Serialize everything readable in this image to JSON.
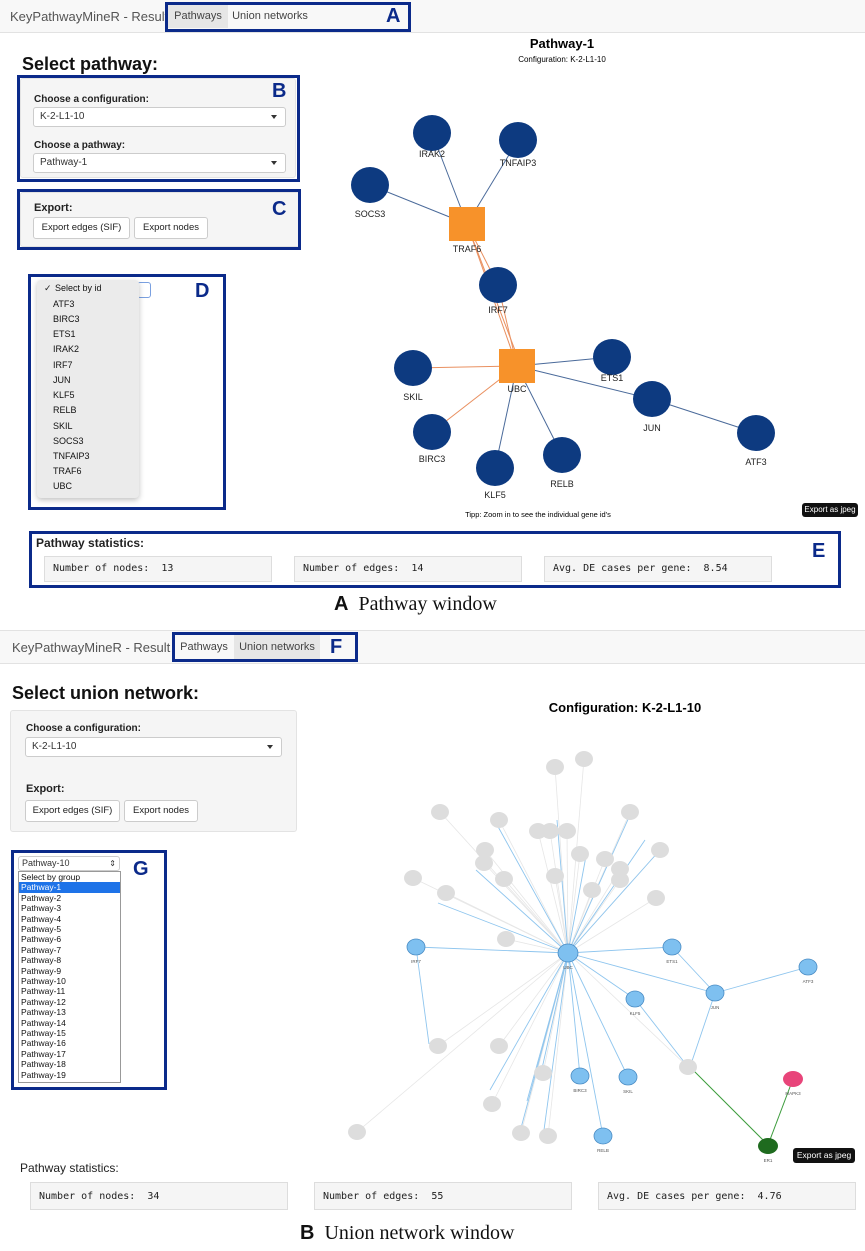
{
  "windowA": {
    "brand": "KeyPathwayMineR - Result",
    "tabs": [
      {
        "label": "Pathways",
        "active": true
      },
      {
        "label": "Union networks",
        "active": false
      }
    ],
    "box_letters": [
      "A",
      "B",
      "C",
      "D",
      "E"
    ],
    "panel_title": "Select pathway:",
    "config_label": "Choose a configuration:",
    "config_value": "K-2-L1-10",
    "pathway_label": "Choose a pathway:",
    "pathway_value": "Pathway-1",
    "export_label": "Export:",
    "export_edges": "Export edges (SIF)",
    "export_nodes": "Export nodes",
    "select_items": [
      "Select by id",
      "ATF3",
      "BIRC3",
      "ETS1",
      "IRAK2",
      "IRF7",
      "JUN",
      "KLF5",
      "RELB",
      "SKIL",
      "SOCS3",
      "TNFAIP3",
      "TRAF6",
      "UBC"
    ],
    "check_mark": "✓",
    "graph_title": "Pathway-1",
    "graph_subtitle": "Configuration: K-2-L1-10",
    "tipp": "Tipp: Zoom in to see the individual gene id's",
    "export_jpeg": "Export as jpeg",
    "stats_title": "Pathway statistics:",
    "stats": [
      {
        "label": "Number of nodes:",
        "value": "13"
      },
      {
        "label": "Number of edges:",
        "value": "14"
      },
      {
        "label": "Avg. DE cases per gene:",
        "value": "8.54"
      }
    ],
    "caption_letter": "A",
    "caption_text": "Pathway window",
    "graph": {
      "node_color": "#0d3a80",
      "hub_color": "#f7922a",
      "edge_color": "#4a6a9a",
      "orange_edge_color": "#e99060",
      "nodes": [
        "IRAK2",
        "TNFAIP3",
        "SOCS3",
        "TRAF6",
        "IRF7",
        "SKIL",
        "UBC",
        "ETS1",
        "JUN",
        "ATF3",
        "BIRC3",
        "KLF5",
        "RELB"
      ]
    }
  },
  "windowB": {
    "brand": "KeyPathwayMineR - Result",
    "tabs": [
      {
        "label": "Pathways",
        "active": false
      },
      {
        "label": "Union networks",
        "active": true
      }
    ],
    "box_letters": [
      "F",
      "G"
    ],
    "panel_title": "Select union network:",
    "config_label": "Choose a configuration:",
    "config_value": "K-2-L1-10",
    "export_label": "Export:",
    "export_edges": "Export edges (SIF)",
    "export_nodes": "Export nodes",
    "group_select_value": "Pathway-10",
    "group_items": [
      "Select by group",
      "Pathway-1",
      "Pathway-2",
      "Pathway-3",
      "Pathway-4",
      "Pathway-5",
      "Pathway-6",
      "Pathway-7",
      "Pathway-8",
      "Pathway-9",
      "Pathway-10",
      "Pathway-11",
      "Pathway-12",
      "Pathway-13",
      "Pathway-14",
      "Pathway-15",
      "Pathway-16",
      "Pathway-17",
      "Pathway-18",
      "Pathway-19"
    ],
    "graph_title": "Configuration: K-2-L1-10",
    "export_jpeg": "Export as jpeg",
    "stats_title": "Pathway statistics:",
    "stats": [
      {
        "label": "Number of nodes:",
        "value": "34"
      },
      {
        "label": "Number of edges:",
        "value": "55"
      },
      {
        "label": "Avg. DE cases per gene:",
        "value": "4.76"
      }
    ],
    "caption_letter": "B",
    "caption_text": "Union network window",
    "graph": {
      "grey_color": "#dddddd",
      "blue_color": "#7ec0f0",
      "pink_color": "#e8457a",
      "green_color": "#1f6b1f",
      "labels": [
        "IRF7",
        "UBC",
        "ETS1",
        "ATF3",
        "KLF5",
        "JUN",
        "BIRC3",
        "SKIL",
        "RELB",
        "MAPK3",
        "ER1"
      ]
    }
  }
}
